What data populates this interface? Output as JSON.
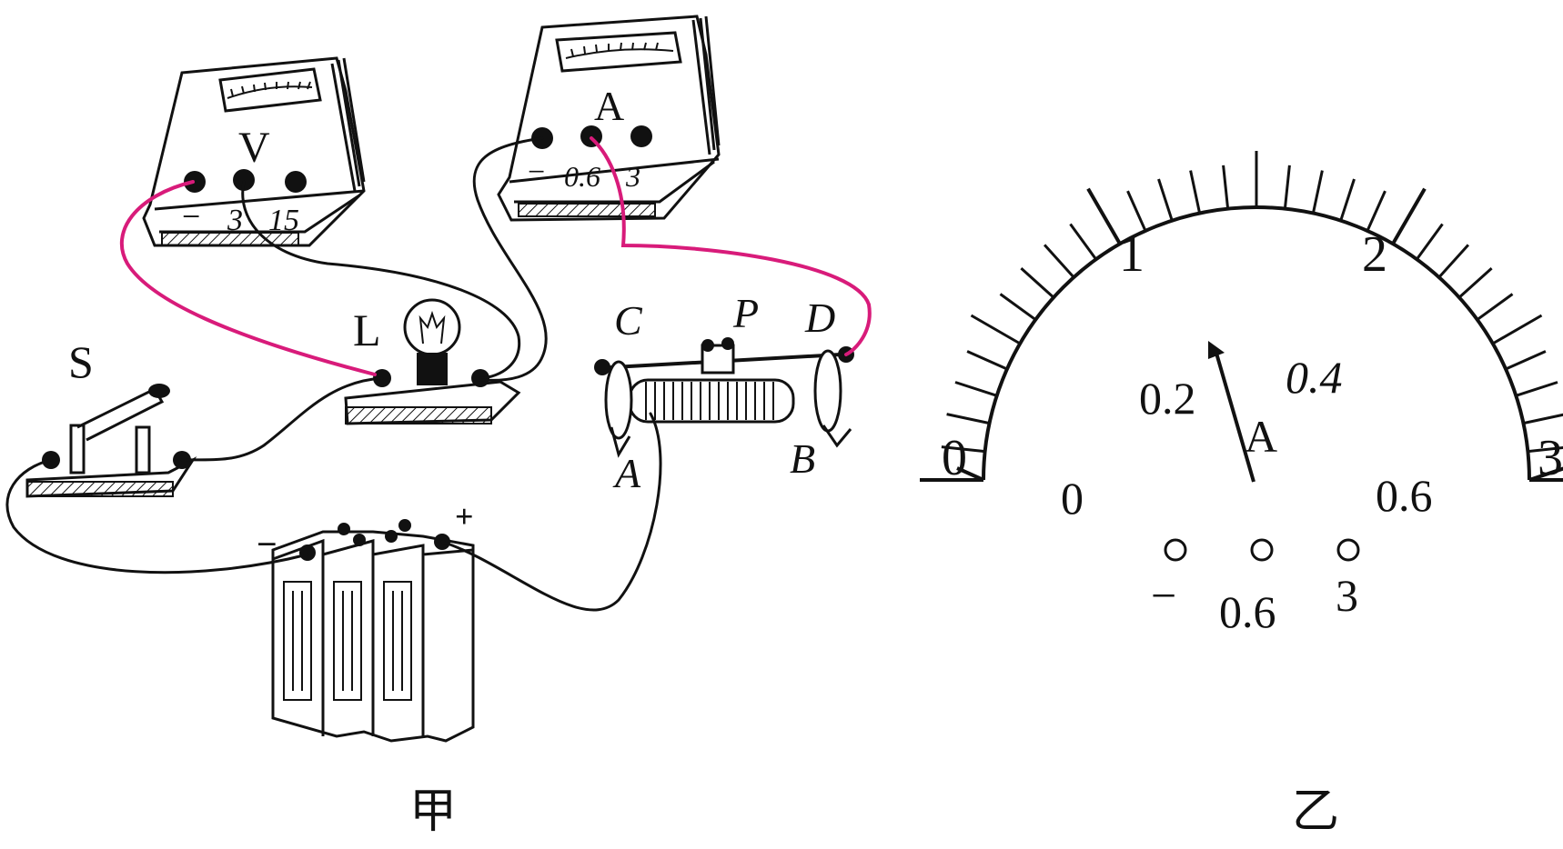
{
  "figure_a": {
    "caption": "甲",
    "voltmeter": {
      "symbol": "V",
      "terminals": [
        "−",
        "3",
        "15"
      ]
    },
    "ammeter": {
      "symbol": "A",
      "terminals": [
        "−",
        "0.6",
        "3"
      ]
    },
    "bulb_label": "L",
    "switch_label": "S",
    "rheostat_labels": {
      "c": "C",
      "p": "P",
      "d": "D",
      "a": "A",
      "b": "B"
    },
    "battery_terminals": {
      "negative": "−",
      "positive": "+"
    },
    "colors": {
      "wire_black": "#111111",
      "wire_magenta": "#d81b7a"
    }
  },
  "figure_b": {
    "caption": "乙",
    "outer_scale": [
      "0",
      "1",
      "2",
      "3"
    ],
    "inner_scale": [
      "0",
      "0.2",
      "0.4",
      "0.6"
    ],
    "unit": "A",
    "terminals": [
      "−",
      "0.6",
      "3"
    ],
    "needle_reading_inner": 0.24,
    "needle_reading_outer": 1.2
  }
}
